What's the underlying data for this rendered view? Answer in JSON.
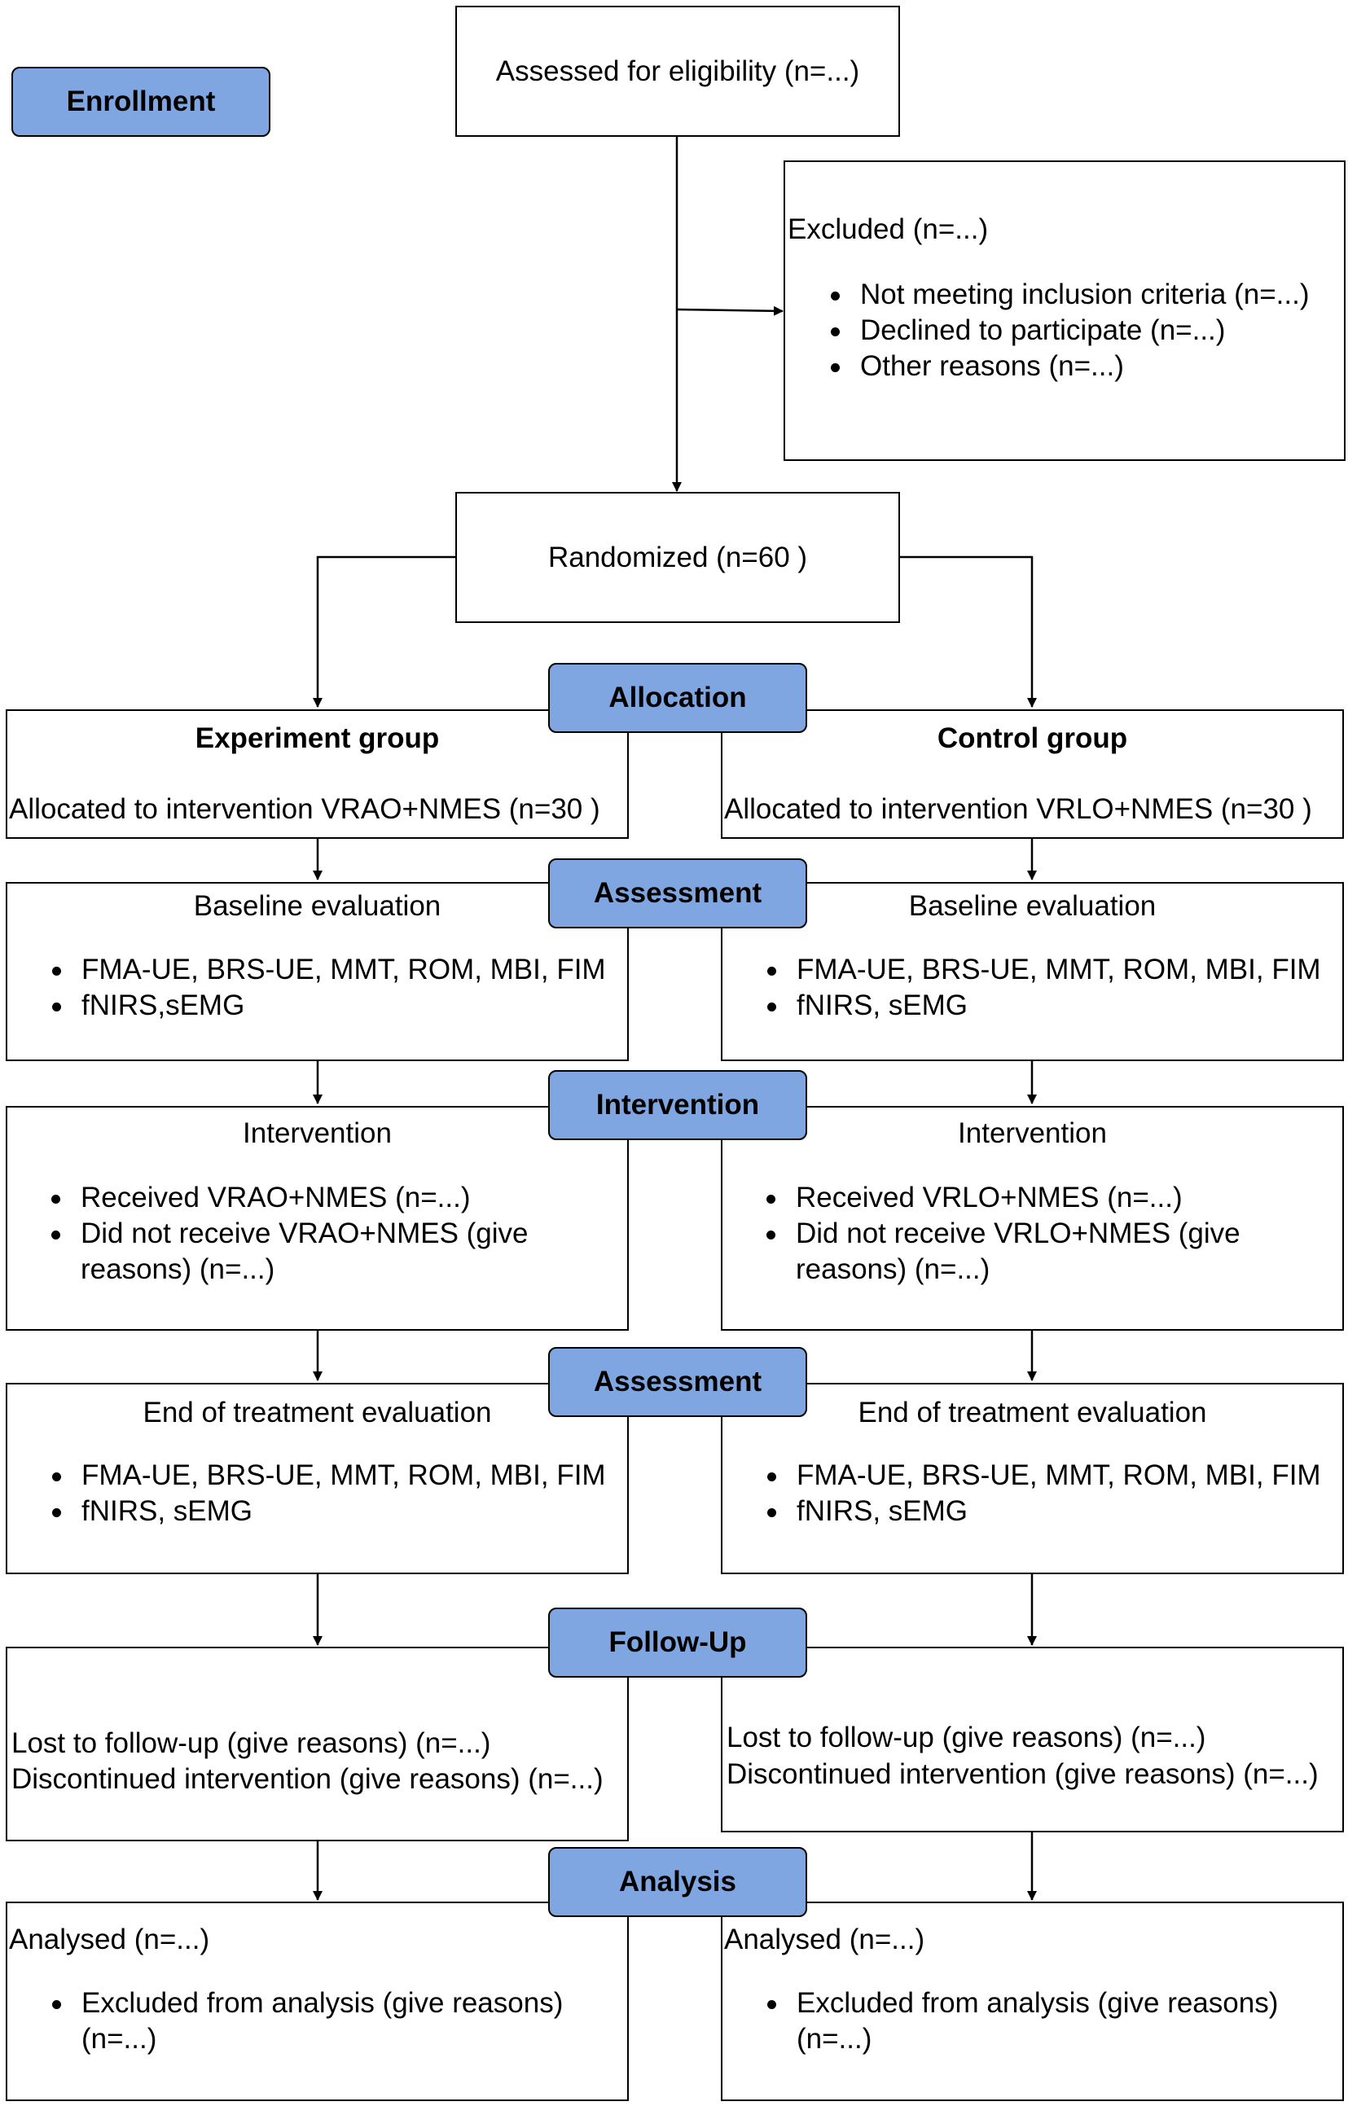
{
  "stages": {
    "enrollment": "Enrollment",
    "allocation": "Allocation",
    "assessment_baseline": "Assessment",
    "intervention": "Intervention",
    "assessment_end": "Assessment",
    "follow_up": "Follow-Up",
    "analysis": "Analysis"
  },
  "eligibility": "Assessed for eligibility (n=...)",
  "excluded": {
    "title": "Excluded (n=...)",
    "items": [
      "Not meeting inclusion criteria (n=...)",
      "Declined to participate (n=...)",
      "Other reasons (n=...)"
    ]
  },
  "randomized": "Randomized (n=60 )",
  "experiment": {
    "group_title": "Experiment group",
    "allocated": "Allocated to intervention VRAO+NMES (n=30 )",
    "baseline_title": "Baseline evaluation",
    "baseline_items": [
      "FMA-UE, BRS-UE, MMT, ROM, MBI, FIM",
      "fNIRS,sEMG"
    ],
    "intervention_title": "Intervention",
    "intervention_items": [
      "Received VRAO+NMES (n=...)",
      "Did not receive VRAO+NMES (give reasons) (n=...)"
    ],
    "end_title": "End of treatment evaluation",
    "end_items": [
      "FMA-UE, BRS-UE, MMT, ROM, MBI, FIM",
      "fNIRS, sEMG"
    ],
    "lost": "Lost to follow-up (give reasons) (n=...)",
    "discontinued": "Discontinued intervention (give reasons) (n=...)",
    "analysed": "Analysed (n=...)",
    "analysis_items": [
      "Excluded from analysis (give reasons) (n=...)"
    ]
  },
  "control": {
    "group_title": "Control group",
    "allocated": "Allocated to intervention VRLO+NMES (n=30 )",
    "baseline_title": "Baseline evaluation",
    "baseline_items": [
      "FMA-UE, BRS-UE, MMT, ROM, MBI, FIM",
      "fNIRS, sEMG"
    ],
    "intervention_title": "Intervention",
    "intervention_items": [
      "Received VRLO+NMES (n=...)",
      "Did not receive VRLO+NMES (give reasons) (n=...)"
    ],
    "end_title": "End of treatment evaluation",
    "end_items": [
      "FMA-UE, BRS-UE, MMT, ROM, MBI, FIM",
      "fNIRS, sEMG"
    ],
    "lost": "Lost to follow-up (give reasons) (n=...)",
    "discontinued": "Discontinued intervention (give reasons) (n=...)",
    "analysed": "Analysed (n=...)",
    "analysis_items": [
      "Excluded from analysis (give reasons) (n=...)"
    ]
  },
  "colors": {
    "stage_fill": "#7fa6e1",
    "border": "#000000",
    "box_fill": "#ffffff"
  }
}
